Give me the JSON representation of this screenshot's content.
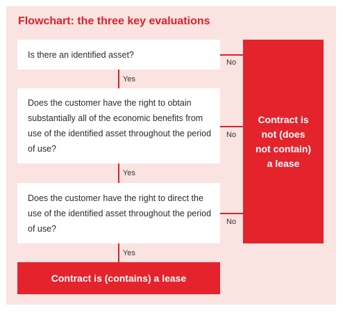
{
  "title": "Flowchart: the three key evaluations",
  "questions": [
    "Is there an identified asset?",
    "Does the customer have the right to obtain substantially all of the economic benefits from use of the identified asset throughout the period of use?",
    "Does the customer have the right to direct the use of the identified asset throughout the period of use?"
  ],
  "yes_label": "Yes",
  "no_label": "No",
  "not_lease_label": "Contract is not (does not contain) a lease",
  "lease_label": "Contract is (contains) a lease",
  "colors": {
    "accent": "#e02027",
    "panel": "#fbe3e1",
    "box": "#ffffff"
  }
}
